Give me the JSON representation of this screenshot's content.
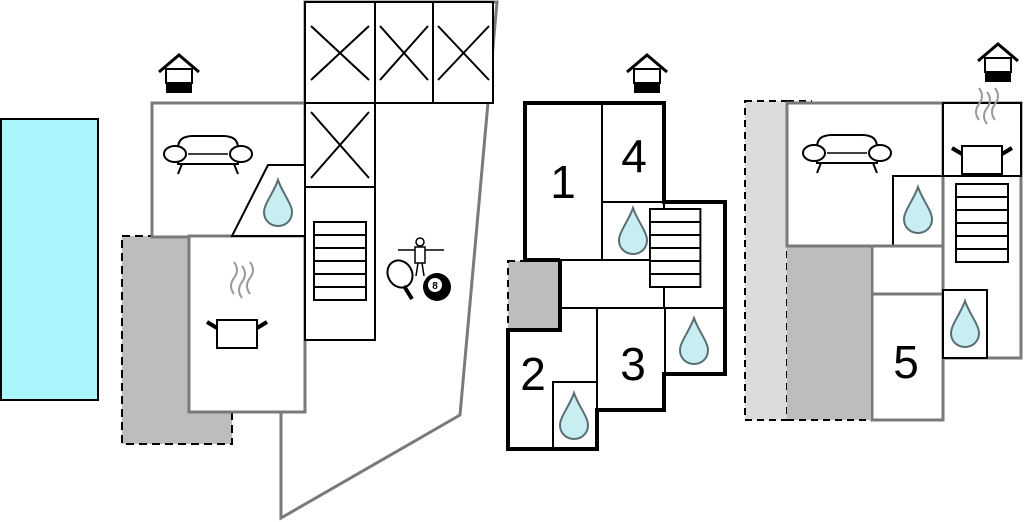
{
  "title": "Floor plan",
  "colors": {
    "pool": "#aaf6fd",
    "terrace": "#bdbdbd",
    "water": "#c8eef2",
    "wall_thin": "#7a7a7a",
    "wall_thick": "#000000"
  },
  "legend_icons": [
    "house-entrance-icon",
    "sofa-icon",
    "water-drop-icon",
    "kitchen-pot-icon",
    "stairs-icon",
    "table-football-icon",
    "table-tennis-icon",
    "billiard-ball-icon"
  ],
  "floor2": {
    "rooms": [
      {
        "id": "room-1",
        "label": "1"
      },
      {
        "id": "room-4",
        "label": "4"
      },
      {
        "id": "room-2",
        "label": "2"
      },
      {
        "id": "room-3",
        "label": "3"
      }
    ]
  },
  "floor3": {
    "rooms": [
      {
        "id": "room-5",
        "label": "5"
      }
    ]
  },
  "billiard_ball": {
    "label": "8"
  }
}
